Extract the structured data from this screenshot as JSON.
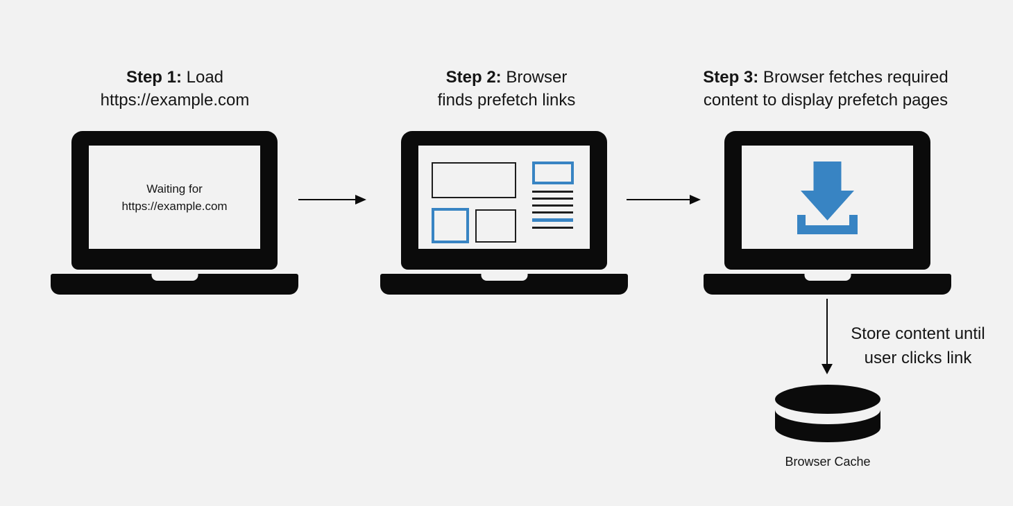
{
  "colors": {
    "background": "#f2f2f2",
    "ink": "#0b0b0b",
    "accent_blue": "#3884c3",
    "text": "#151515"
  },
  "steps": [
    {
      "heading_bold": "Step 1:",
      "heading_rest": " Load",
      "heading_line2": "https://example.com",
      "screen_line1": "Waiting for",
      "screen_line2": "https://example.com"
    },
    {
      "heading_bold": "Step 2:",
      "heading_rest": " Browser",
      "heading_line2": "finds prefetch links"
    },
    {
      "heading_bold": "Step 3:",
      "heading_rest": " Browser fetches required",
      "heading_line2": "content to display prefetch pages"
    }
  ],
  "annotations": {
    "store_note_line1": "Store content until",
    "store_note_line2": "user clicks link",
    "cache_label": "Browser Cache"
  },
  "icons": {
    "laptop": "laptop-icon",
    "wireframe": "webpage-wireframe-icon",
    "download": "download-icon",
    "arrow_right": "arrow-right-icon",
    "arrow_down": "arrow-down-icon",
    "database": "database-cylinder-icon"
  }
}
